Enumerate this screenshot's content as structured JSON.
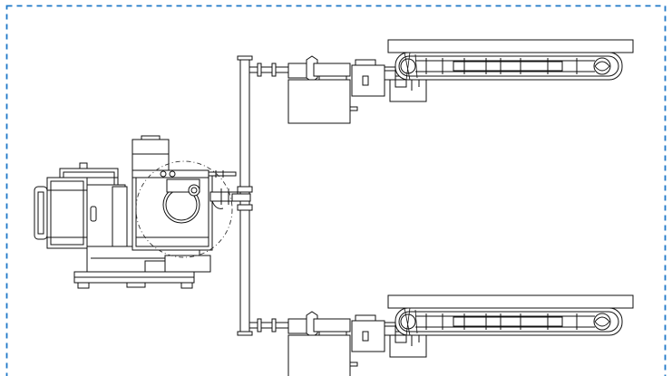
{
  "frame": {
    "border_color": "#1f78c8",
    "style": "dashed"
  },
  "colors": {
    "line": "#111111",
    "fill": "#ffffff"
  },
  "components": {
    "driver_unit": {
      "name": "driver-unit"
    },
    "detail_circle": {
      "name": "detail-circle"
    },
    "manifold": {
      "name": "vertical-manifold"
    },
    "branch_top": {
      "name": "top-branch"
    },
    "branch_bottom": {
      "name": "bottom-branch"
    }
  }
}
